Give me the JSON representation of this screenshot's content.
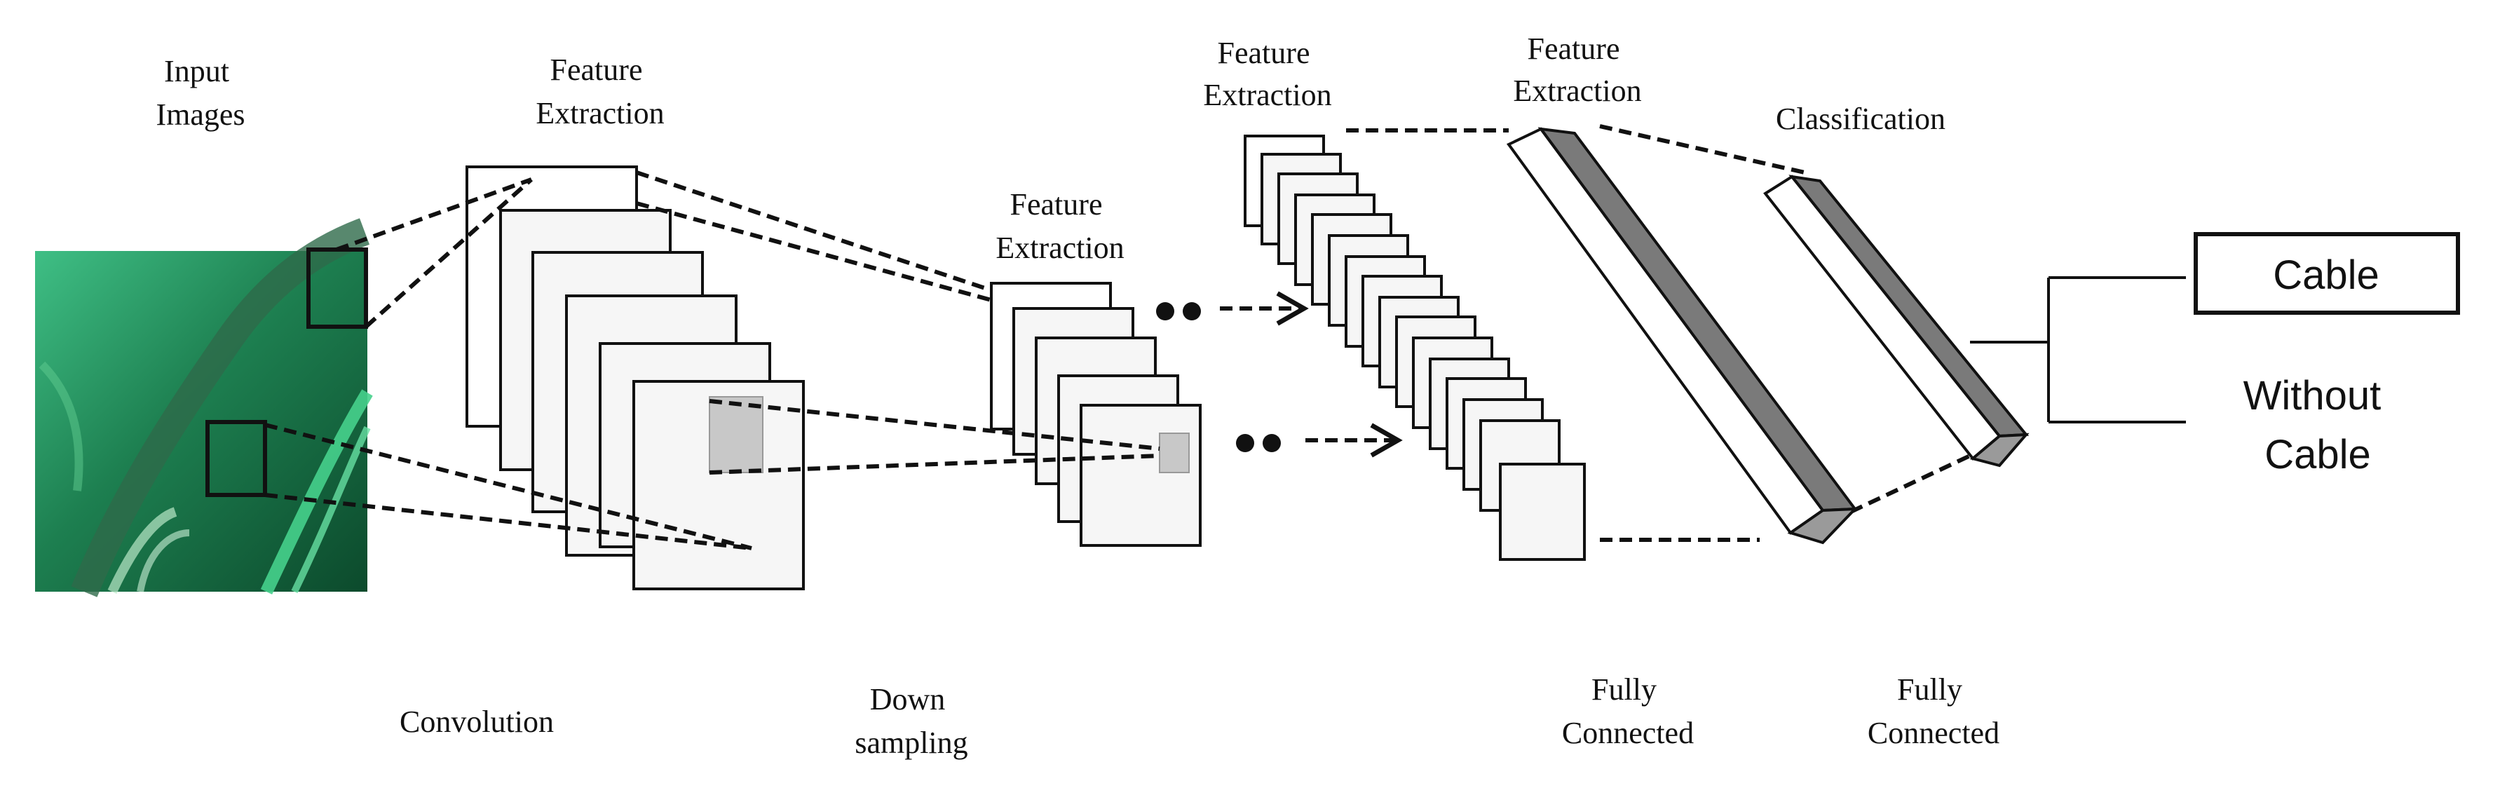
{
  "labels": {
    "input_line1": "Input",
    "input_line2": "Images",
    "fe1_line1": "Feature",
    "fe1_line2": "Extraction",
    "fe2_line1": "Feature",
    "fe2_line2": "Extraction",
    "fe3_line1": "Feature",
    "fe3_line2": "Extraction",
    "fe4_line1": "Feature",
    "fe4_line2": "Extraction",
    "classification": "Classification",
    "convolution": "Convolution",
    "down_line1": "Down",
    "down_line2": "sampling",
    "fc1_line1": "Fully",
    "fc1_line2": "Connected",
    "fc2_line1": "Fully",
    "fc2_line2": "Connected"
  },
  "outputs": {
    "cable": "Cable",
    "without_line1": "Without",
    "without_line2": "Cable"
  },
  "colors": {
    "water_dark": "#0f5a36",
    "water_mid": "#1f8a57",
    "water_light": "#39b67a",
    "fc_face": "#7a7a7a",
    "patch": "#c8c8c8"
  }
}
